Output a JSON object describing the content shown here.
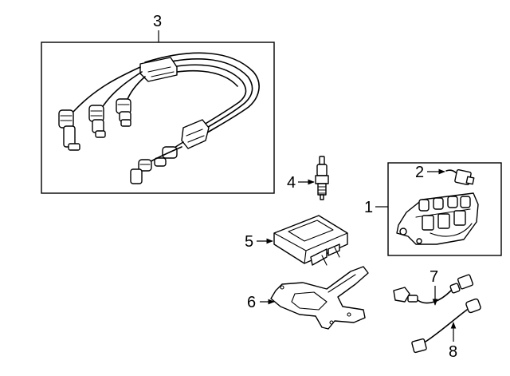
{
  "callouts": {
    "c1": "1",
    "c2": "2",
    "c3": "3",
    "c4": "4",
    "c5": "5",
    "c6": "6",
    "c7": "7",
    "c8": "8"
  },
  "parts": {
    "p1": "ignition-coil",
    "p2": "coil-connector",
    "p3": "spark-plug-wire-set",
    "p4": "spark-plug",
    "p5": "engine-control-module",
    "p6": "ecm-mounting-bracket",
    "p7": "crankshaft-position-sensor",
    "p8": "knock-sensor"
  }
}
